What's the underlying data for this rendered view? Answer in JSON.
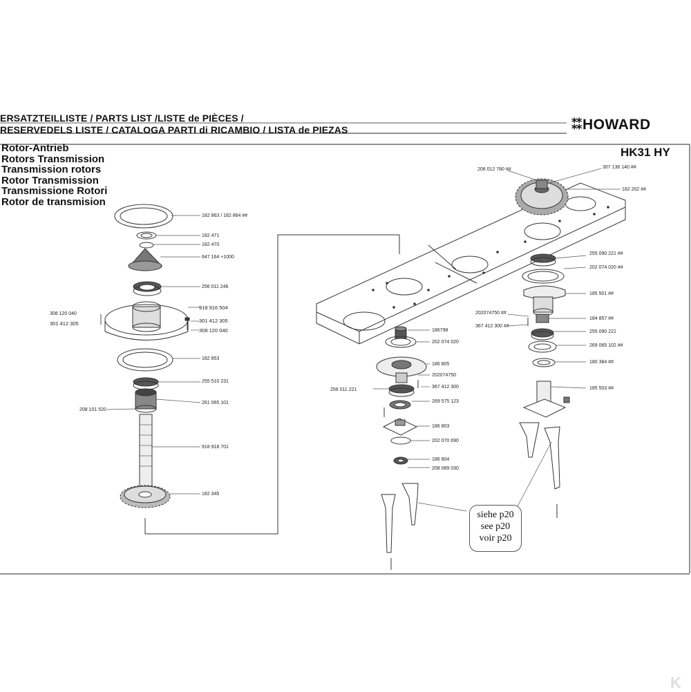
{
  "header": {
    "line1": "ERSATZTEILLISTE / PARTS LIST /LISTE de PIÈCES /",
    "line2": "RESERVEDELS LISTE / CATALOGA PARTI di RICAMBIO / LISTA de PIEZAS",
    "brand": "HOWARD",
    "model": "HK31 HY"
  },
  "titles": [
    "Rotor-Antrieb",
    "Rotors Transmission",
    "Transmission rotors",
    "Rotor Transmission",
    "Transmissione Rotori",
    "Rotor de transmision"
  ],
  "parts": [
    "182 863 / 182 864 ##",
    "182 471",
    "182 470",
    "647 164 +1000",
    "256 011 246",
    "918 916 504",
    "308 120 040",
    "301 412 305",
    "301 412 305",
    "308 120 040",
    "182 853",
    "255 510 231",
    "261 065 101",
    "208 101 520",
    "918 918 701",
    "182 345",
    "208 012 780 ##",
    "307 136 140 ##",
    "182 202 ##",
    "255 090 221 ##",
    "202 074 020 ##",
    "185 501 ##",
    "202074750 ##",
    "184 857 ##",
    "367 412 300 ##",
    "255 090 221",
    "269 065 102 ##",
    "180 384 ##",
    "185 503 ##",
    "186798",
    "202 074 020",
    "186 805",
    "202074750",
    "367 412 300",
    "256 011 221",
    "269 575 123",
    "186 803",
    "202 070 690",
    "186 804",
    "208 089 030"
  ],
  "see_note": [
    "siehe p20",
    "see p20",
    "voir p20"
  ],
  "watermark": "K"
}
